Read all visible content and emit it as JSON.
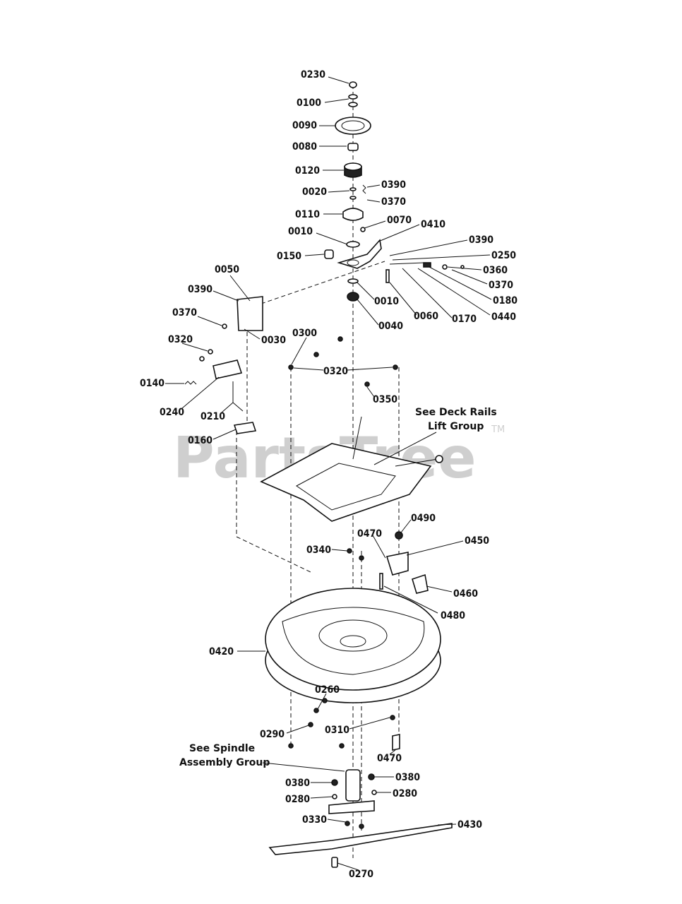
{
  "watermark": {
    "text": "PartsTree",
    "trademark": "TM"
  },
  "notes": {
    "deck_rails_line1": "See Deck Rails",
    "deck_rails_line2": "Lift Group",
    "spindle_line1": "See Spindle",
    "spindle_line2": "Assembly Group"
  },
  "callouts": [
    "0230",
    "0100",
    "0090",
    "0080",
    "0120",
    "0020",
    "0390",
    "0370",
    "0110",
    "0070",
    "0410",
    "0010",
    "0390",
    "0150",
    "0250",
    "0360",
    "0370",
    "0180",
    "0440",
    "0170",
    "0060",
    "0010",
    "0040",
    "0050",
    "0390",
    "0370",
    "0030",
    "0300",
    "0320",
    "0320",
    "0350",
    "0140",
    "0240",
    "0210",
    "0160",
    "0490",
    "0470",
    "0450",
    "0340",
    "0460",
    "0480",
    "0420",
    "0260",
    "0290",
    "0310",
    "0470",
    "0380",
    "0380",
    "0280",
    "0280",
    "0330",
    "0430",
    "0270"
  ]
}
